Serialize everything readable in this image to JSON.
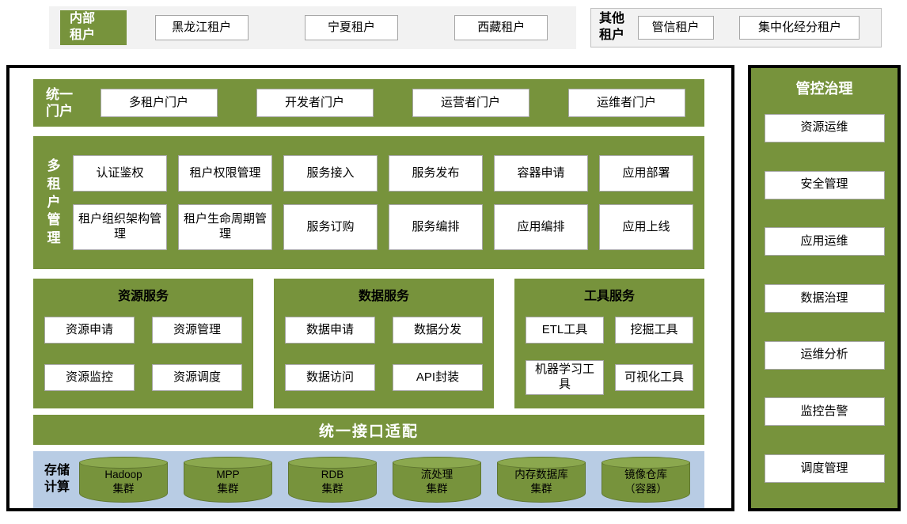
{
  "top": {
    "internal": {
      "label": "内部\n租户",
      "items": [
        "黑龙江租户",
        "宁夏租户",
        "西藏租户"
      ]
    },
    "other": {
      "label": "其他\n租户",
      "items": [
        "管信租户",
        "集中化经分租户"
      ]
    }
  },
  "portal": {
    "label": "统一\n门户",
    "items": [
      "多租户门户",
      "开发者门户",
      "运营者门户",
      "运维者门户"
    ]
  },
  "tenant_mgmt": {
    "label": "多租户管理",
    "row1": [
      "认证鉴权",
      "租户权限管理",
      "服务接入",
      "服务发布",
      "容器申请",
      "应用部署"
    ],
    "row2": [
      "租户组织架构管理",
      "租户生命周期管理",
      "服务订购",
      "服务编排",
      "应用编排",
      "应用上线"
    ]
  },
  "service_groups": [
    {
      "title": "资源服务",
      "items": [
        "资源申请",
        "资源管理",
        "资源监控",
        "资源调度"
      ]
    },
    {
      "title": "数据服务",
      "items": [
        "数据申请",
        "数据分发",
        "数据访问",
        "API封装"
      ]
    },
    {
      "title": "工具服务",
      "items": [
        "ETL工具",
        "挖掘工具",
        "机器学习工具",
        "可视化工具"
      ]
    }
  ],
  "adapter": {
    "label": "统一接口适配"
  },
  "storage": {
    "label": "存储\n计算",
    "clusters": [
      "Hadoop\n集群",
      "MPP\n集群",
      "RDB\n集群",
      "流处理\n集群",
      "内存数据库\n集群",
      "镜像仓库\n（容器）"
    ]
  },
  "governance": {
    "title": "管控治理",
    "items": [
      "资源运维",
      "安全管理",
      "应用运维",
      "数据治理",
      "运维分析",
      "监控告警",
      "调度管理"
    ]
  },
  "colors": {
    "green": "#77933C",
    "light_blue": "#B8CCE4",
    "band_gray": "#F2F2F2",
    "border_black": "#000000",
    "box_border_gray": "#A6A6A6"
  }
}
